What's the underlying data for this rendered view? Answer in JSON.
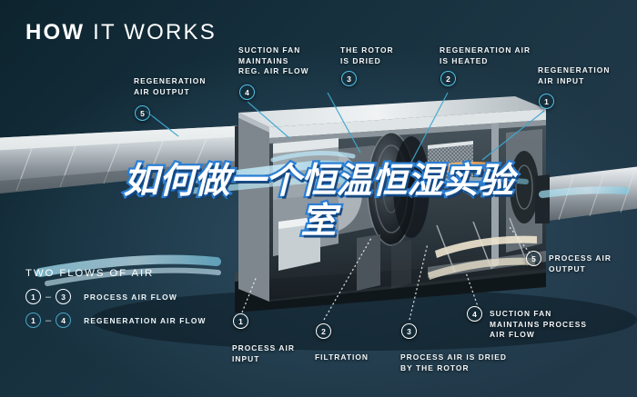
{
  "page": {
    "title": "HOW IT WORKS",
    "title_bold_part": "HOW",
    "title_rest": " IT WORKS",
    "background_color": "#1e3241",
    "accent_cyan": "#4fc4e8",
    "text_color": "#f2f6f8"
  },
  "overlay": {
    "line1": "如何做一个恒温恒湿实验",
    "line2": "室",
    "fill_color": "#ffffff",
    "stroke_color": "#2b7fd4"
  },
  "callouts": [
    {
      "id": "regeneration-air-output",
      "number": "5",
      "label": "REGENERATION\nAIR OUTPUT",
      "marker_style": "cyan"
    },
    {
      "id": "suction-fan-reg",
      "number": "4",
      "label": "SUCTION FAN\nMAINTAINS\nREG. AIR FLOW",
      "marker_style": "cyan"
    },
    {
      "id": "the-rotor-is-dried",
      "number": "3",
      "label": "THE ROTOR\nIS DRIED",
      "marker_style": "cyan"
    },
    {
      "id": "regeneration-air-is-heated",
      "number": "2",
      "label": "REGENERATION AIR\nIS HEATED",
      "marker_style": "cyan"
    },
    {
      "id": "regeneration-air-input",
      "number": "1",
      "label": "REGENERATION\nAIR INPUT",
      "marker_style": "cyan"
    },
    {
      "id": "process-air-output",
      "number": "5",
      "label": "PROCESS AIR\nOUTPUT",
      "marker_style": "white"
    },
    {
      "id": "suction-fan-process",
      "number": "4",
      "label": "SUCTION FAN\nMAINTAINS PROCESS\nAIR FLOW",
      "marker_style": "white"
    },
    {
      "id": "process-air-input",
      "number": "1",
      "label": "PROCESS AIR\nINPUT",
      "marker_style": "white"
    },
    {
      "id": "filtration",
      "number": "2",
      "label": "FILTRATION",
      "marker_style": "white"
    },
    {
      "id": "process-air-dried-by-rotor",
      "number": "3",
      "label": "PROCESS AIR IS DRIED\nBY THE ROTOR",
      "marker_style": "white"
    }
  ],
  "legend": {
    "title": "TWO FLOWS OF AIR",
    "rows": [
      {
        "from": "1",
        "dash": "–",
        "to": "3",
        "label": "PROCESS AIR FLOW",
        "style": "white"
      },
      {
        "from": "1",
        "dash": "–",
        "to": "4",
        "label": "REGENERATION AIR FLOW",
        "style": "cyan"
      }
    ]
  }
}
